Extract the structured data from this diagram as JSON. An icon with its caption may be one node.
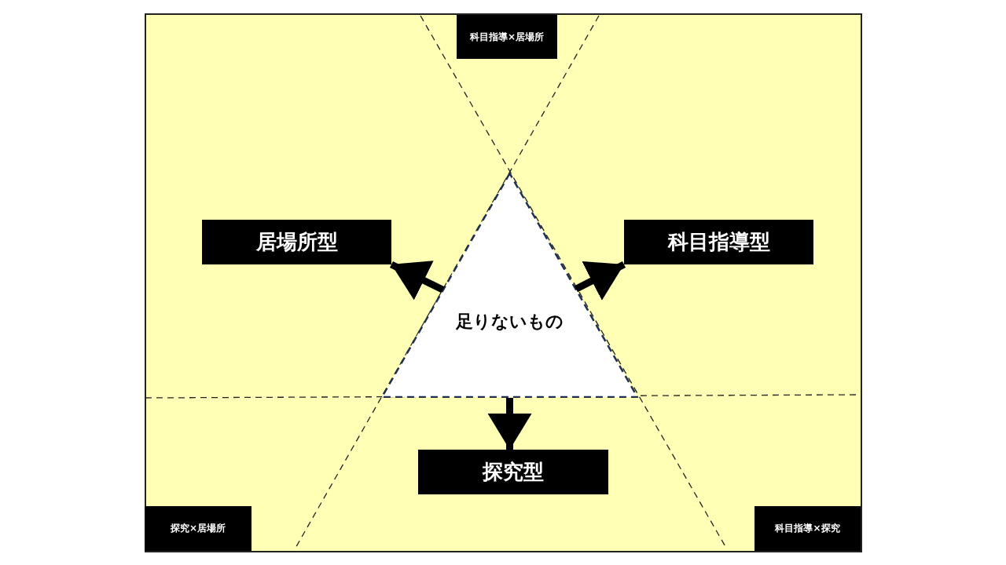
{
  "diagram": {
    "nodes": [
      {
        "text": [
          "科目指導×居場所"
        ]
      },
      {
        "text": [
          "居場所型"
        ]
      },
      {
        "text": [
          "科目指導型"
        ]
      },
      {
        "text": [
          "足りないもの"
        ]
      },
      {
        "text": [
          "探究型"
        ]
      },
      {
        "text": [
          "探究×居場所"
        ]
      },
      {
        "text": [
          "科目指導×探究"
        ]
      }
    ],
    "edges": [
      {
        "from": 3,
        "to": 1,
        "arrow": "to"
      },
      {
        "from": 3,
        "to": 2,
        "arrow": "to"
      },
      {
        "from": 3,
        "to": 4,
        "arrow": "to"
      }
    ]
  }
}
